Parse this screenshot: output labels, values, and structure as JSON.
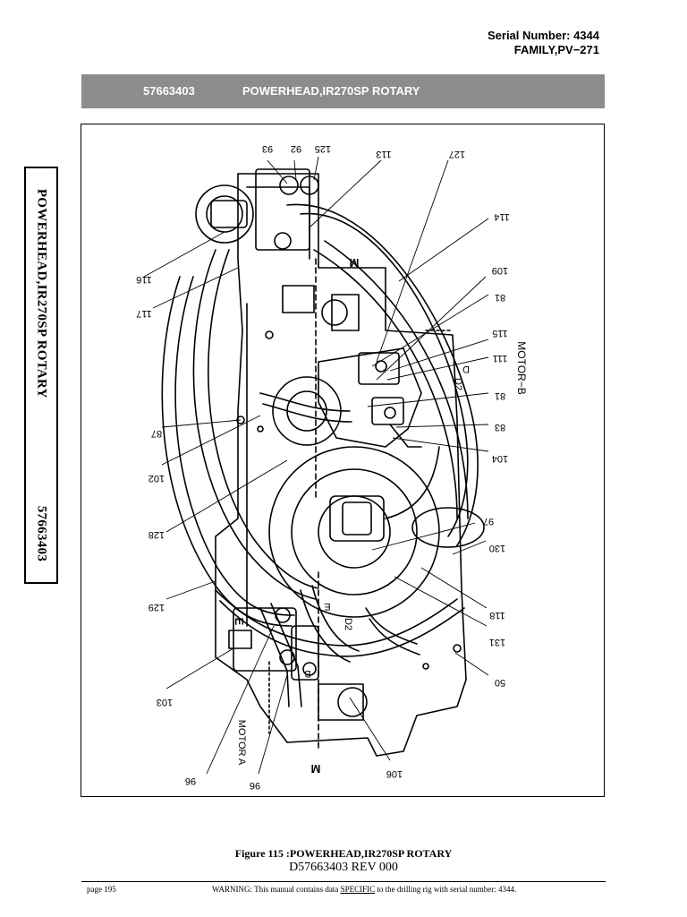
{
  "header": {
    "serial_line": "Serial Number: 4344",
    "family_line": "FAMILY,PV−271"
  },
  "title_bar": {
    "part_number": "57663403",
    "part_name": "POWERHEAD,IR270SP ROTARY"
  },
  "side_tab": {
    "title": "POWERHEAD,IR270SP ROTARY",
    "number": "57663403"
  },
  "figure": {
    "callouts": {
      "c93": "93",
      "c92": "92",
      "c125": "125",
      "c113": "113",
      "c127": "127",
      "c114": "114",
      "c109": "109",
      "c81a": "81",
      "c115": "115",
      "c111": "111",
      "c81b": "81",
      "c83": "83",
      "c104": "104",
      "c97": "97",
      "c130": "130",
      "c118": "118",
      "c131": "131",
      "c50": "50",
      "c106": "106",
      "c96a": "96",
      "c96b": "96",
      "c103": "103",
      "c129": "129",
      "c128": "128",
      "c102": "102",
      "c87": "87",
      "c116": "116",
      "c117": "117"
    },
    "labels": {
      "motor_b": "MOTOR−B",
      "motor_a": "MOTOR A",
      "m_top": "M",
      "m_bottom": "M",
      "d_right": "D",
      "d2_right": "D2",
      "e_left": "E",
      "e_mid": "E",
      "d2_mid": "D2",
      "b_low": "B"
    }
  },
  "caption": {
    "figure_title": "Figure 115 :POWERHEAD,IR270SP ROTARY",
    "doc_revision": "D57663403 REV 000"
  },
  "footer": {
    "page": "page 195",
    "warning_pre": "WARNING:  This manual contains data ",
    "warning_specific": "SPECIFIC",
    "warning_post": " to the drilling rig with serial number: 4344."
  }
}
